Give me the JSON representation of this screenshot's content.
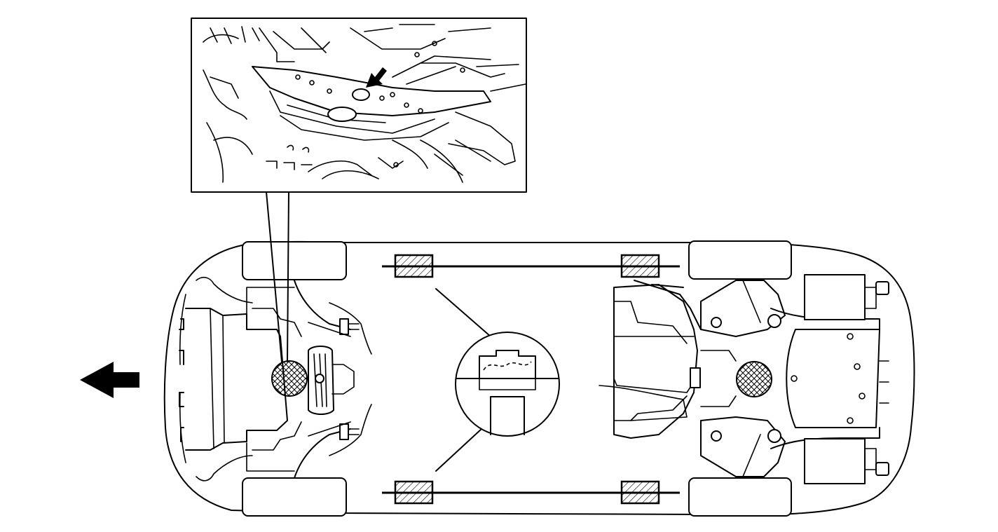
{
  "diagram": {
    "colors": {
      "line": "#000000",
      "background": "#ffffff"
    },
    "icons": {
      "direction_arrow": "arrow-left-icon",
      "detail_arrow": "arrow-down-left-icon"
    },
    "lift_points": {
      "front_jack_point": "crosshatched-circle",
      "rear_jack_point": "crosshatched-circle",
      "support_pads": "hatched-rectangle"
    }
  }
}
